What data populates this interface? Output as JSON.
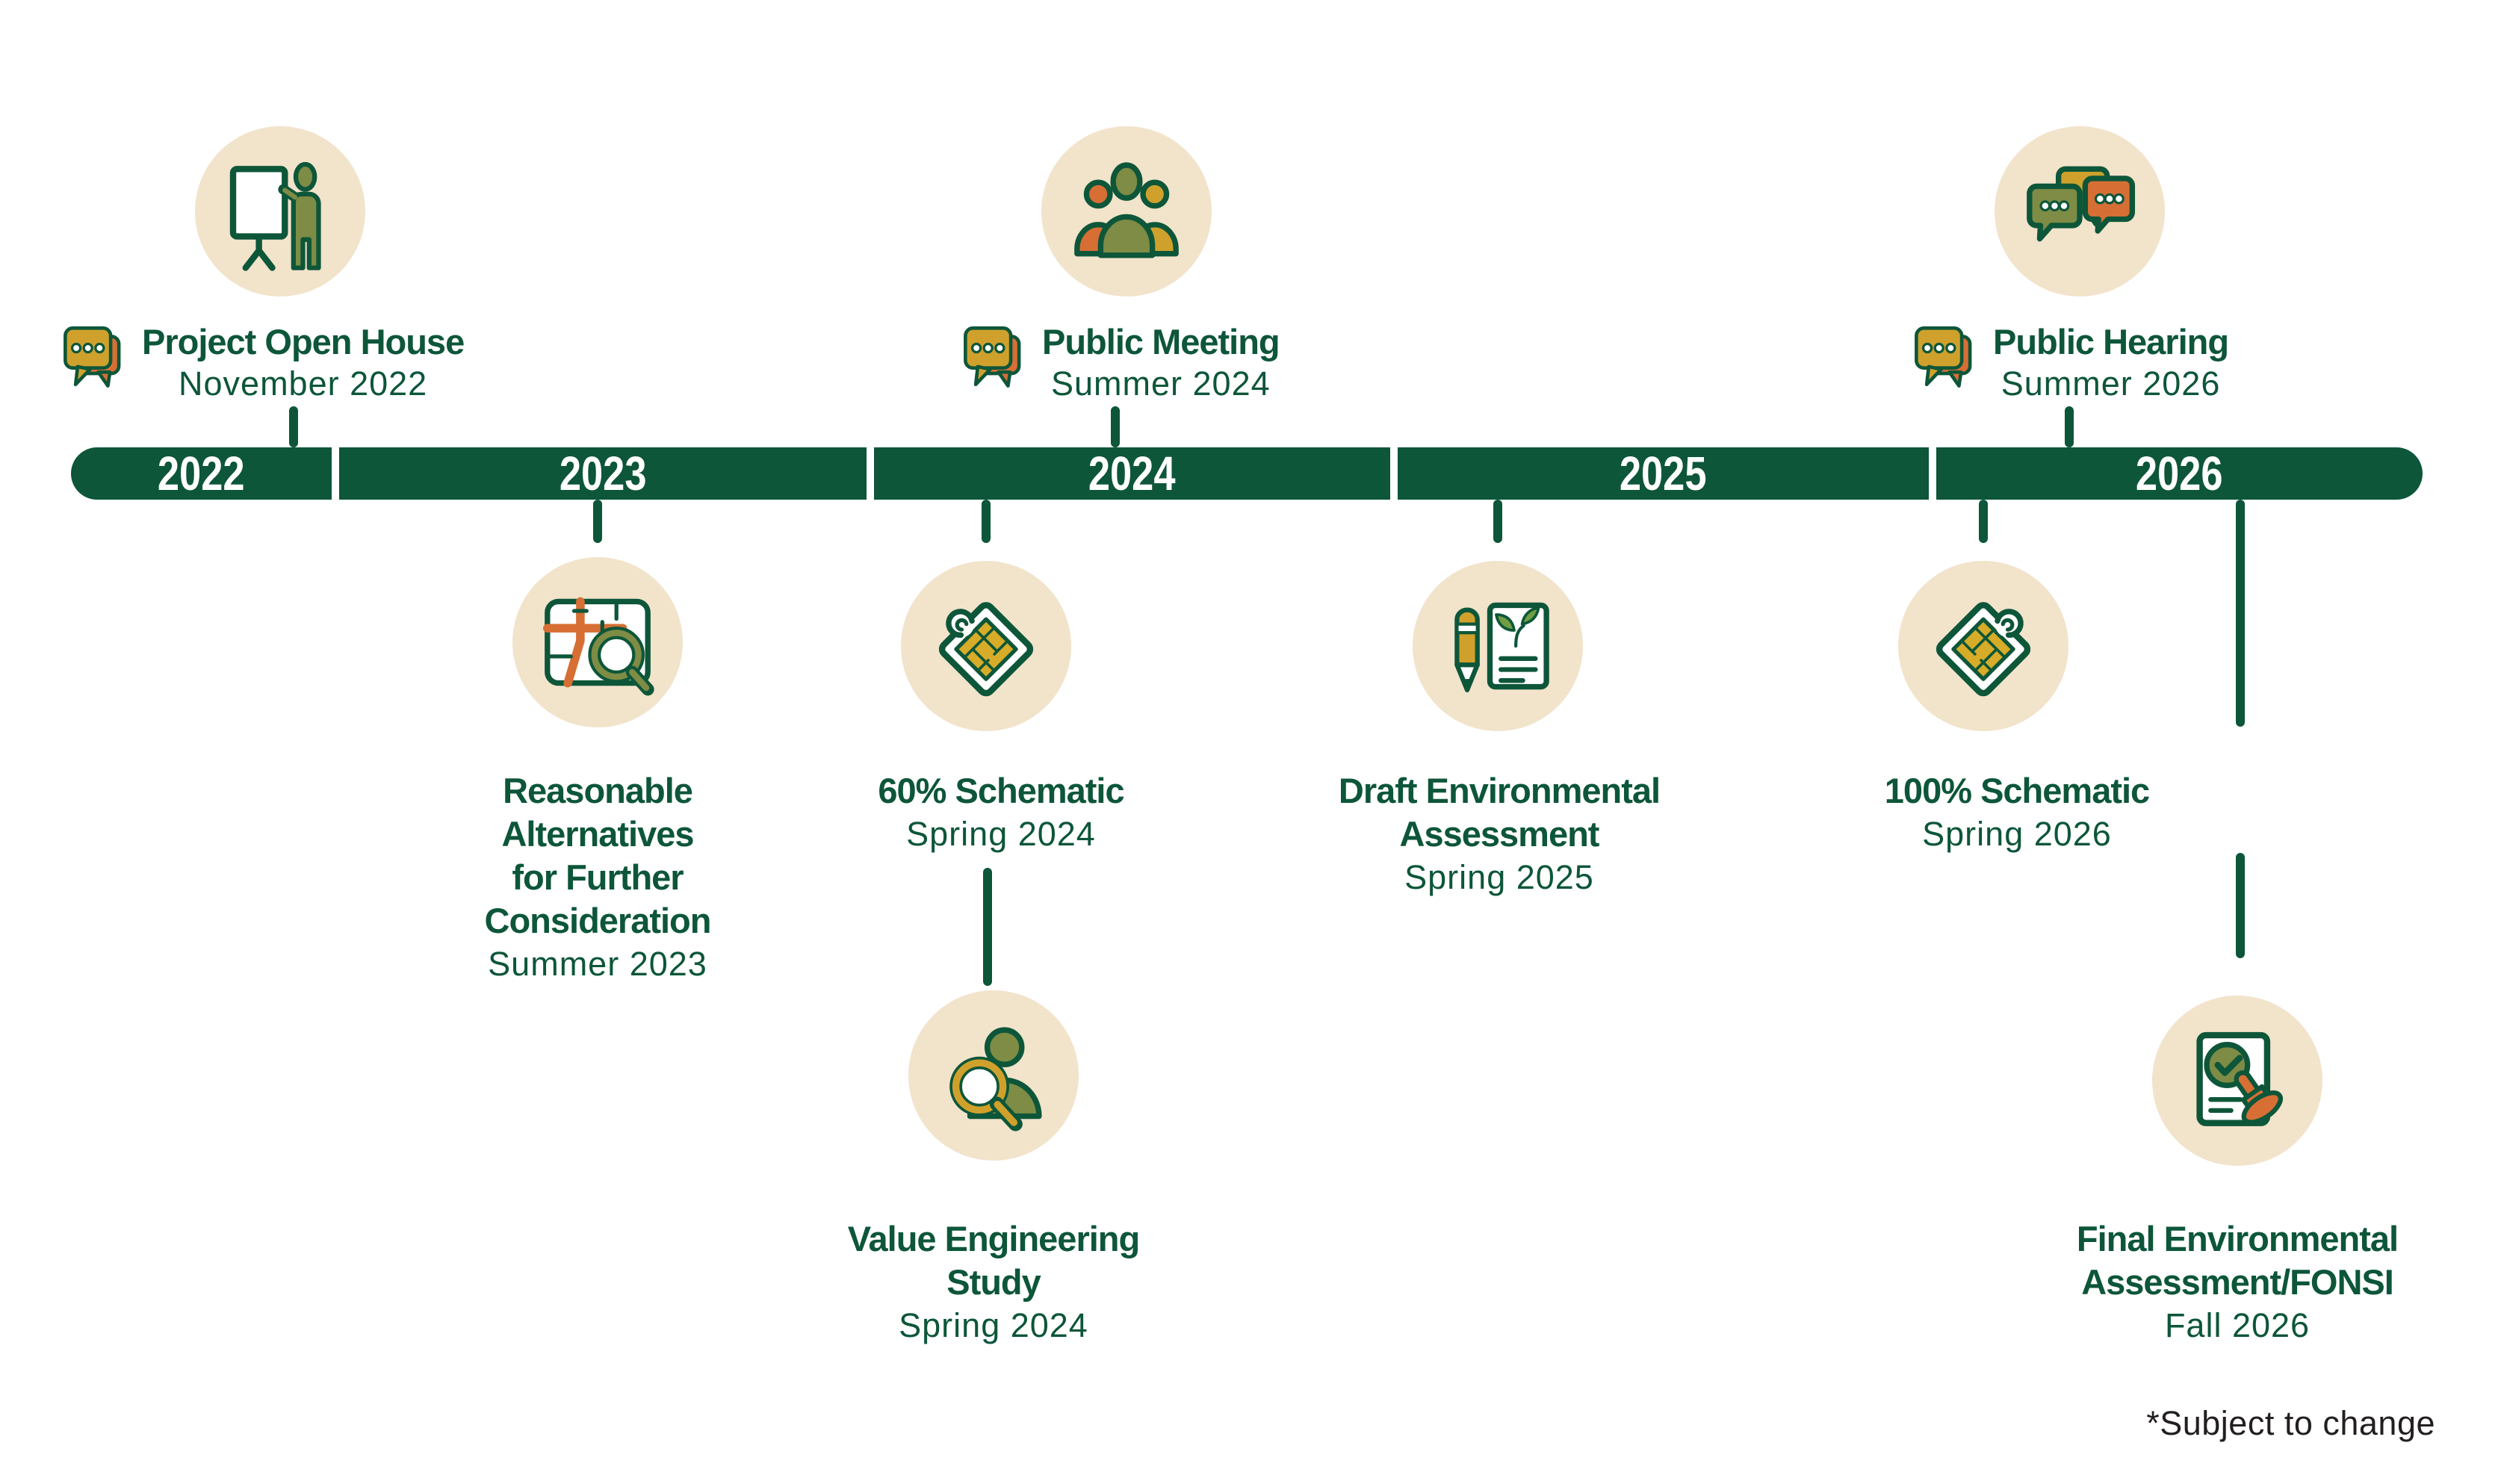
{
  "palette": {
    "green": "#0D5639",
    "gold": "#CFA12C",
    "goldmap": "#D7AC28",
    "orange": "#D76F35",
    "olive": "#7E8C45",
    "leaf": "#6F9E43",
    "beige": "#F2E3CB",
    "ink": "#231F20"
  },
  "timeline": {
    "years": [
      "2022",
      "2023",
      "2024",
      "2025",
      "2026"
    ]
  },
  "milestones_above": [
    {
      "title": "Project Open House",
      "date": "November 2022",
      "icon": "presenter-easel"
    },
    {
      "title": "Public Meeting",
      "date": "Summer 2024",
      "icon": "people-group"
    },
    {
      "title": "Public Hearing",
      "date": "Summer 2026",
      "icon": "chat-bubbles"
    }
  ],
  "milestones_below": [
    {
      "title_lines": [
        "Reasonable",
        "Alternatives",
        "for Further",
        "Consideration"
      ],
      "date": "Summer 2023",
      "icon": "map-magnifier"
    },
    {
      "title_lines": [
        "60% Schematic"
      ],
      "date": "Spring 2024",
      "icon": "rolled-map"
    },
    {
      "title_lines": [
        "Value Engineering",
        "Study"
      ],
      "date": "Spring 2024",
      "icon": "person-magnifier"
    },
    {
      "title_lines": [
        "Draft Environmental",
        "Assessment"
      ],
      "date": "Spring 2025",
      "icon": "pencil-document"
    },
    {
      "title_lines": [
        "100% Schematic"
      ],
      "date": "Spring 2026",
      "icon": "rolled-map-flipped"
    },
    {
      "title_lines": [
        "Final Environmental",
        "Assessment/FONSI"
      ],
      "date": "Fall 2026",
      "icon": "document-stamp"
    }
  ],
  "footnote": "*Subject to change"
}
